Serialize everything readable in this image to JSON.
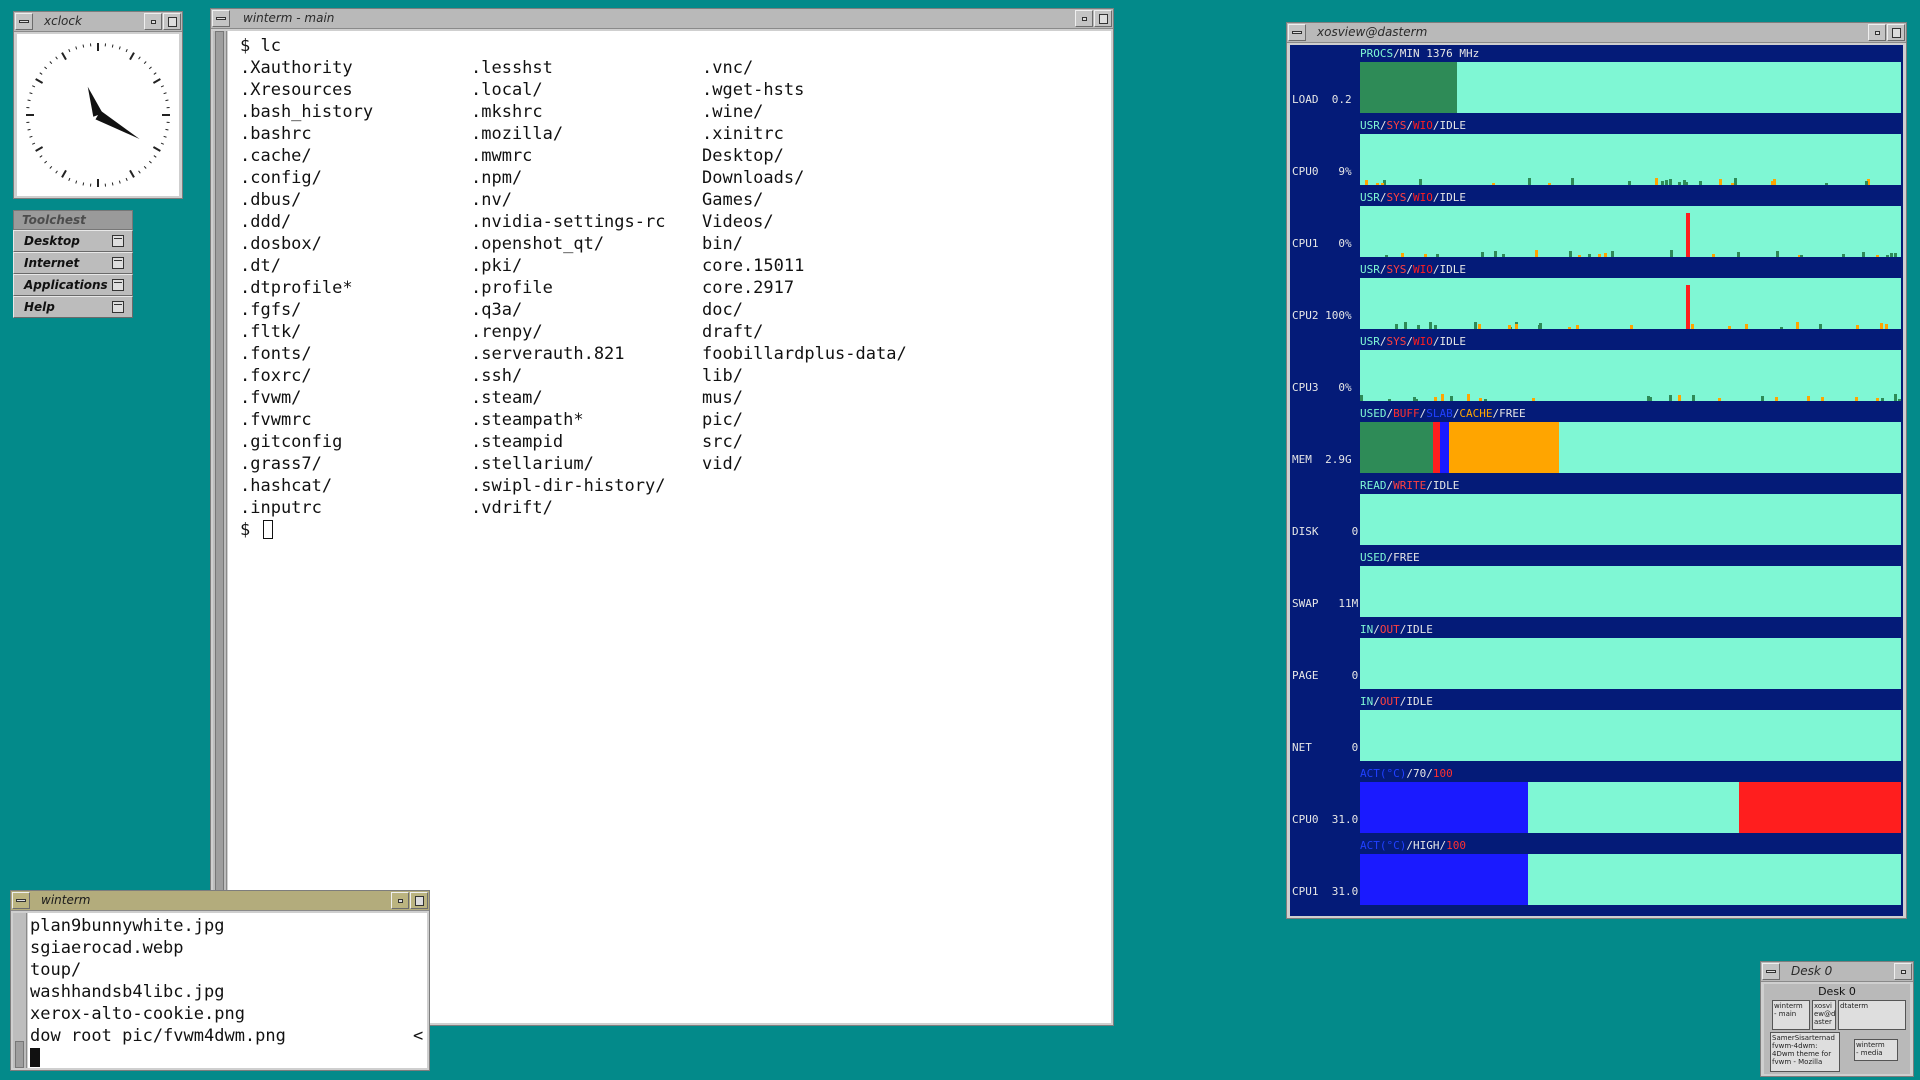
{
  "xclock": {
    "title": "xclock"
  },
  "toolchest": {
    "title": "Toolchest",
    "items": [
      "Desktop",
      "Internet",
      "Applications",
      "Help"
    ]
  },
  "winterm_main": {
    "title": "winterm - main",
    "prompt_cmd": "$ lc",
    "prompt_end": "$ ",
    "columns": [
      [
        ".Xauthority",
        ".Xresources",
        ".bash_history",
        ".bashrc",
        ".cache/",
        ".config/",
        ".dbus/",
        ".ddd/",
        ".dosbox/",
        ".dt/",
        ".dtprofile*",
        ".fgfs/",
        ".fltk/",
        ".fonts/",
        ".foxrc/",
        ".fvwm/",
        ".fvwmrc",
        ".gitconfig",
        ".grass7/",
        ".hashcat/",
        ".inputrc"
      ],
      [
        ".lesshst",
        ".local/",
        ".mkshrc",
        ".mozilla/",
        ".mwmrc",
        ".npm/",
        ".nv/",
        ".nvidia-settings-rc",
        ".openshot_qt/",
        ".pki/",
        ".profile",
        ".q3a/",
        ".renpy/",
        ".serverauth.821",
        ".ssh/",
        ".steam/",
        ".steampath*",
        ".steampid",
        ".stellarium/",
        ".swipl-dir-history/",
        ".vdrift/"
      ],
      [
        ".vnc/",
        ".wget-hsts",
        ".wine/",
        ".xinitrc",
        "Desktop/",
        "Downloads/",
        "Games/",
        "Videos/",
        "bin/",
        "core.15011",
        "core.2917",
        "doc/",
        "draft/",
        "foobillardplus-data/",
        "lib/",
        "mus/",
        "pic/",
        "src/",
        "vid/"
      ]
    ]
  },
  "winterm_small": {
    "title": "winterm",
    "lines": [
      "plan9bunnywhite.jpg",
      "sgiaerocad.webp",
      "toup/",
      "washhandsb4libc.jpg",
      "xerox-alto-cookie.png",
      "dow root pic/fvwm4dwm.png"
    ],
    "scroll_marker": "<"
  },
  "xosview": {
    "title": "xosview@dasterm",
    "meters": [
      {
        "label": "LOAD  0.2",
        "legend": [
          [
            "PROCS",
            "#7ff7d4"
          ],
          [
            "/MIN 1376 MHz",
            "#e6e6e6"
          ]
        ],
        "bars": [
          {
            "color": "#2e8b57",
            "from": 0,
            "to": 0.18
          }
        ]
      },
      {
        "label": "CPU0   9%",
        "legend": [
          [
            "USR",
            "#7ff7d4"
          ],
          [
            "/",
            "#e6e6e6"
          ],
          [
            "SYS",
            "#ff4040"
          ],
          [
            "/",
            "#e6e6e6"
          ],
          [
            "WIO",
            "#ff1e1e"
          ],
          [
            "/IDLE",
            "#e6e6e6"
          ]
        ],
        "spikes": true
      },
      {
        "label": "CPU1   0%",
        "legend": [
          [
            "USR",
            "#7ff7d4"
          ],
          [
            "/",
            "#e6e6e6"
          ],
          [
            "SYS",
            "#ff4040"
          ],
          [
            "/",
            "#e6e6e6"
          ],
          [
            "WIO",
            "#ff1e1e"
          ],
          [
            "/IDLE",
            "#e6e6e6"
          ]
        ],
        "spikes": true
      },
      {
        "label": "CPU2 100%",
        "legend": [
          [
            "USR",
            "#7ff7d4"
          ],
          [
            "/",
            "#e6e6e6"
          ],
          [
            "SYS",
            "#ff4040"
          ],
          [
            "/",
            "#e6e6e6"
          ],
          [
            "WIO",
            "#ff1e1e"
          ],
          [
            "/IDLE",
            "#e6e6e6"
          ]
        ],
        "spikes": true
      },
      {
        "label": "CPU3   0%",
        "legend": [
          [
            "USR",
            "#7ff7d4"
          ],
          [
            "/",
            "#e6e6e6"
          ],
          [
            "SYS",
            "#ff4040"
          ],
          [
            "/",
            "#e6e6e6"
          ],
          [
            "WIO",
            "#ff1e1e"
          ],
          [
            "/IDLE",
            "#e6e6e6"
          ]
        ],
        "spikes": true
      },
      {
        "label": "MEM  2.9G",
        "legend": [
          [
            "USED",
            "#7ff7d4"
          ],
          [
            "/",
            "#e6e6e6"
          ],
          [
            "BUFF",
            "#ff3030"
          ],
          [
            "/",
            "#e6e6e6"
          ],
          [
            "SLAB",
            "#2040ff"
          ],
          [
            "/",
            "#e6e6e6"
          ],
          [
            "CACHE",
            "#ffa500"
          ],
          [
            "/FREE",
            "#e6e6e6"
          ]
        ],
        "bars": [
          {
            "color": "#2e8b57",
            "from": 0,
            "to": 0.135
          },
          {
            "color": "#ff1e1e",
            "from": 0.135,
            "to": 0.148
          },
          {
            "color": "#1a1aff",
            "from": 0.148,
            "to": 0.165
          },
          {
            "color": "#ffa500",
            "from": 0.165,
            "to": 0.367
          }
        ]
      },
      {
        "label": "DISK     0",
        "legend": [
          [
            "READ",
            "#7ff7d4"
          ],
          [
            "/",
            "#e6e6e6"
          ],
          [
            "WRITE",
            "#ff4040"
          ],
          [
            "/IDLE",
            "#e6e6e6"
          ]
        ]
      },
      {
        "label": "SWAP   11M",
        "legend": [
          [
            "USED",
            "#7ff7d4"
          ],
          [
            "/FREE",
            "#e6e6e6"
          ]
        ]
      },
      {
        "label": "PAGE     0",
        "legend": [
          [
            "IN",
            "#7ff7d4"
          ],
          [
            "/",
            "#e6e6e6"
          ],
          [
            "OUT",
            "#ff4040"
          ],
          [
            "/IDLE",
            "#e6e6e6"
          ]
        ]
      },
      {
        "label": "NET      0",
        "legend": [
          [
            "IN",
            "#7ff7d4"
          ],
          [
            "/",
            "#e6e6e6"
          ],
          [
            "OUT",
            "#ff4040"
          ],
          [
            "/IDLE",
            "#e6e6e6"
          ]
        ]
      },
      {
        "label": "CPU0  31.0",
        "legend": [
          [
            "ACT",
            "#2040ff"
          ],
          [
            "(°C)",
            "#2040ff"
          ],
          [
            "/70/",
            "#e6e6e6"
          ],
          [
            "100",
            "#ff3030"
          ]
        ],
        "bars": [
          {
            "color": "#1a1aff",
            "from": 0,
            "to": 0.31
          },
          {
            "color": "#ff1e1e",
            "from": 0.7,
            "to": 1
          }
        ]
      },
      {
        "label": "CPU1  31.0",
        "legend": [
          [
            "ACT",
            "#2040ff"
          ],
          [
            "(°C)",
            "#2040ff"
          ],
          [
            "/HIGH/",
            "#e6e6e6"
          ],
          [
            "100",
            "#ff3030"
          ]
        ],
        "bars": [
          {
            "color": "#1a1aff",
            "from": 0,
            "to": 0.31
          }
        ]
      }
    ]
  },
  "pager": {
    "title": "Desk 0",
    "desk_label": "Desk 0",
    "minis": [
      {
        "text": "winterm\n- main"
      },
      {
        "text": "xosvi\new@d\naster"
      },
      {
        "text": "dtaterm"
      },
      {
        "text": "SamerSisarternad\nfvwm-4dwm:\n4Dwm theme for\nfvwm - Mozilla"
      },
      {
        "text": "winterm\n- media"
      }
    ]
  }
}
